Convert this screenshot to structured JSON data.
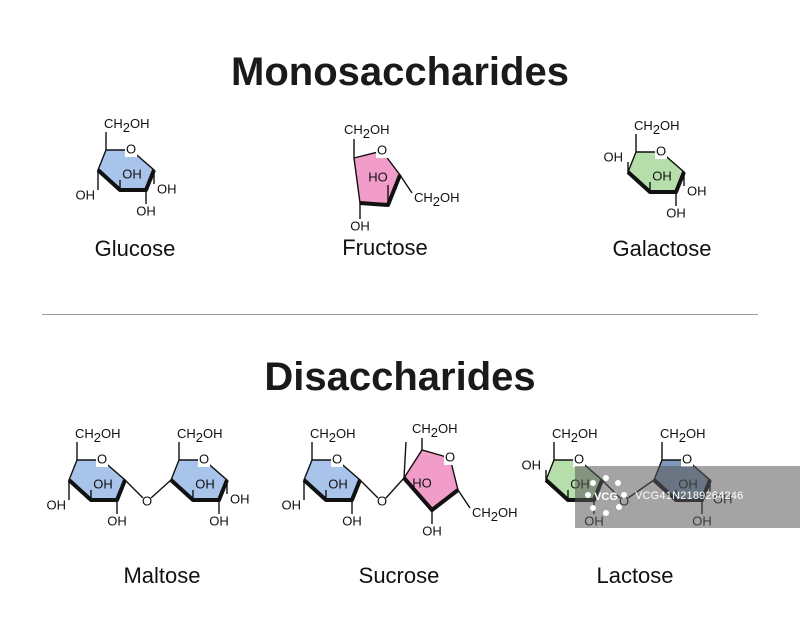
{
  "sections": {
    "monosaccharides": {
      "title": "Monosaccharides"
    },
    "disaccharides": {
      "title": "Disaccharides"
    }
  },
  "molecules": {
    "glucose": {
      "name": "Glucose",
      "ring_color": "#a9c4ea"
    },
    "fructose": {
      "name": "Fructose",
      "ring_color": "#f29cc9"
    },
    "galactose": {
      "name": "Galactose",
      "ring_color": "#b6deaa"
    },
    "maltose": {
      "name": "Maltose",
      "ring_colors": [
        "#a9c4ea",
        "#a9c4ea"
      ]
    },
    "sucrose": {
      "name": "Sucrose",
      "ring_colors": [
        "#a9c4ea",
        "#f29cc9"
      ]
    },
    "lactose": {
      "name": "Lactose",
      "ring_colors": [
        "#b6deaa",
        "#7f97b8"
      ]
    }
  },
  "labels": {
    "oh": "OH",
    "ho": "HO",
    "o": "O",
    "ch2oh_pre": "CH",
    "ch2oh_sub": "2",
    "ch2oh_post": "OH"
  },
  "watermark": {
    "logo": "VCG",
    "text": "VCG41N2189264246"
  },
  "colors": {
    "blue_ring": "#a9c4ea",
    "pink_ring": "#f29cc9",
    "green_ring": "#b6deaa",
    "dark_blue_ring": "#7f97b8",
    "divider": "#9a9a9a"
  }
}
